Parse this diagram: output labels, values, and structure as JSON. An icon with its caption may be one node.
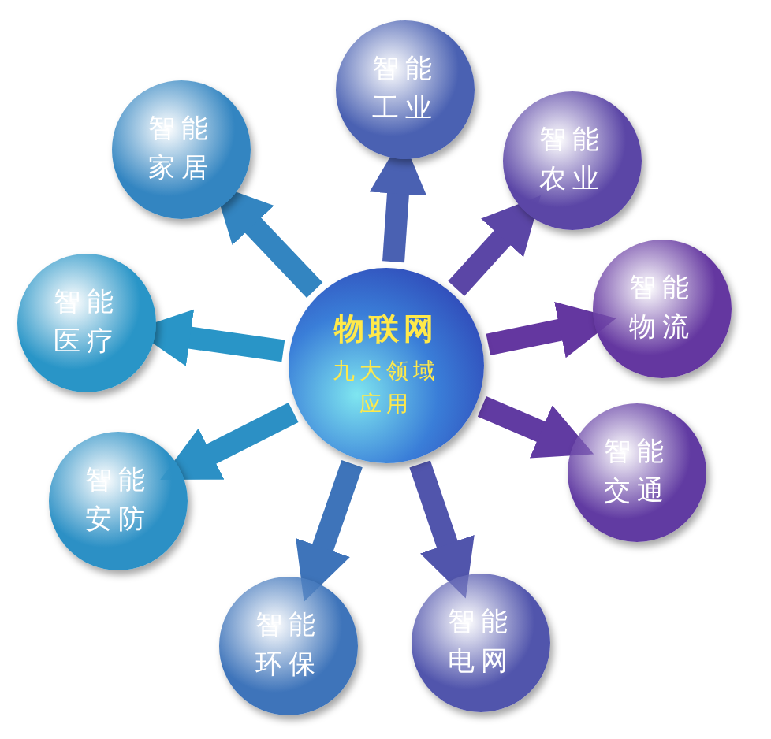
{
  "diagram": {
    "nodes": [
      {
        "text": [
          "物联网",
          "九大领域应用"
        ]
      },
      {
        "text": [
          "智能工业"
        ]
      },
      {
        "text": [
          "智能农业"
        ]
      },
      {
        "text": [
          "智能物流"
        ]
      },
      {
        "text": [
          "智能交通"
        ]
      },
      {
        "text": [
          "智能电网"
        ]
      },
      {
        "text": [
          "智能环保"
        ]
      },
      {
        "text": [
          "智能安防"
        ]
      },
      {
        "text": [
          "智能医疗"
        ]
      },
      {
        "text": [
          "智能家居"
        ]
      }
    ],
    "edges": [
      {
        "from": 0,
        "to": 1,
        "arrow": "to"
      },
      {
        "from": 0,
        "to": 2,
        "arrow": "to"
      },
      {
        "from": 0,
        "to": 3,
        "arrow": "to"
      },
      {
        "from": 0,
        "to": 4,
        "arrow": "to"
      },
      {
        "from": 0,
        "to": 5,
        "arrow": "to"
      },
      {
        "from": 0,
        "to": 6,
        "arrow": "to"
      },
      {
        "from": 0,
        "to": 7,
        "arrow": "to"
      },
      {
        "from": 0,
        "to": 8,
        "arrow": "to"
      },
      {
        "from": 0,
        "to": 9,
        "arrow": "to"
      }
    ]
  }
}
